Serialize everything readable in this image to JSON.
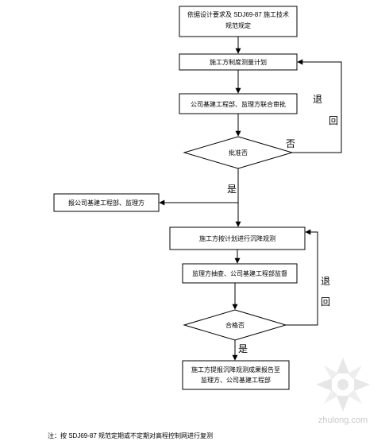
{
  "diagram": {
    "nodes": {
      "start": "依据设计要求及 SDJ69-87 施工技术规范规定",
      "plan": "施工方制度测量计划",
      "review": "公司基建工程部、监理方联合审批",
      "approve_decision": "批准否",
      "report_left": "报公司基建工程部、监理方",
      "observe": "施工方按计划进行沉降观测",
      "spot_check": "监理方抽查、公司基建工程部监督",
      "pass_decision": "合格否",
      "final_report": "施工方提报沉降观测成果报告至监理方、公司基建工程部"
    },
    "edges": {
      "approve_no": "否",
      "return_1": "退回",
      "approve_yes": "是",
      "return_2": "退回",
      "pass_yes": "是"
    },
    "note": "注：按 SDJ69-87 规范定期或不定期对高程控制网进行复测"
  },
  "watermark": {
    "text": "zhulong.com"
  }
}
